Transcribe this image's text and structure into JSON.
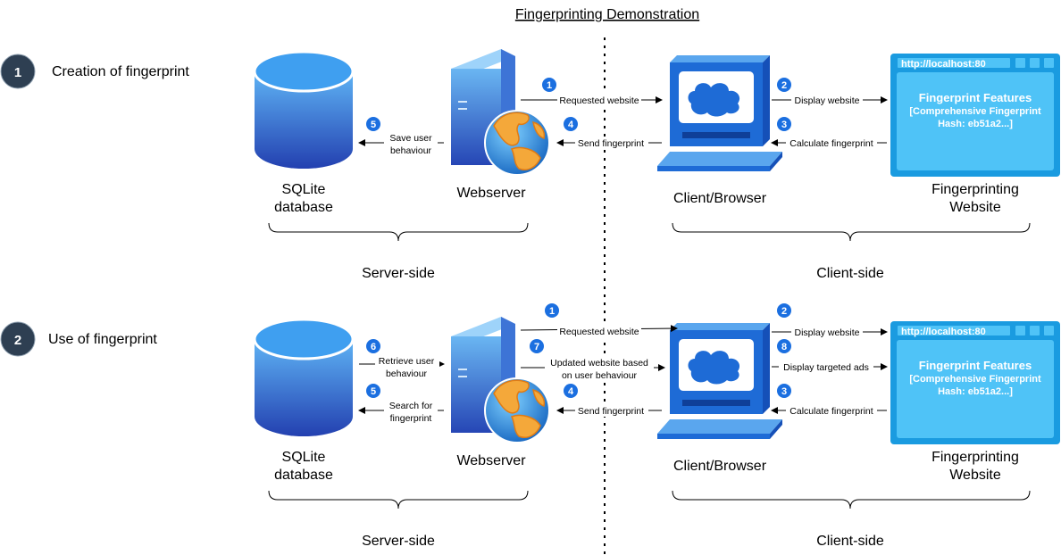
{
  "title": "Fingerprinting Demonstration",
  "colors": {
    "badge_dark": "#2e3f52",
    "step_blue": "#1b6fe0",
    "browser_outer": "#1a9be0",
    "browser_inner": "#4fc3f7",
    "computer": "#1f6fd9",
    "db_top": "#3ea0ef",
    "db_bottom": "#2747b8"
  },
  "sections": [
    {
      "number": "1",
      "label": "Creation of fingerprint",
      "database_label": [
        "SQLite",
        "database"
      ],
      "server_label": "Webserver",
      "client_label": "Client/Browser",
      "website_label": [
        "Fingerprinting",
        "Website"
      ],
      "url": "http://localhost:80",
      "box_title": "Fingerprint Features",
      "box_line1": "[Comprehensive Fingerprint",
      "box_line2": "Hash: eb51a2...]",
      "server_side": "Server-side",
      "client_side": "Client-side",
      "steps": {
        "s1": {
          "num": "1",
          "text": "Requested website"
        },
        "s2": {
          "num": "2",
          "text": "Display website"
        },
        "s3": {
          "num": "3",
          "text": "Calculate fingerprint"
        },
        "s4": {
          "num": "4",
          "text": "Send fingerprint"
        },
        "s5": {
          "num": "5",
          "line1": "Save user",
          "line2": "behaviour"
        }
      }
    },
    {
      "number": "2",
      "label": "Use of fingerprint",
      "database_label": [
        "SQLite",
        "database"
      ],
      "server_label": "Webserver",
      "client_label": "Client/Browser",
      "website_label": [
        "Fingerprinting",
        "Website"
      ],
      "url": "http://localhost:80",
      "box_title": "Fingerprint Features",
      "box_line1": "[Comprehensive Fingerprint",
      "box_line2": "Hash: eb51a2...]",
      "server_side": "Server-side",
      "client_side": "Client-side",
      "steps": {
        "s1": {
          "num": "1",
          "text": "Requested website"
        },
        "s2": {
          "num": "2",
          "text": "Display website"
        },
        "s3": {
          "num": "3",
          "text": "Calculate fingerprint"
        },
        "s4": {
          "num": "4",
          "text": "Send fingerprint"
        },
        "s5": {
          "num": "5",
          "line1": "Search for",
          "line2": "fingerprint"
        },
        "s6": {
          "num": "6",
          "line1": "Retrieve user",
          "line2": "behaviour"
        },
        "s7": {
          "num": "7",
          "line1": "Updated website based",
          "line2": "on user behaviour"
        },
        "s8": {
          "num": "8",
          "text": "Display targeted ads"
        }
      }
    }
  ]
}
